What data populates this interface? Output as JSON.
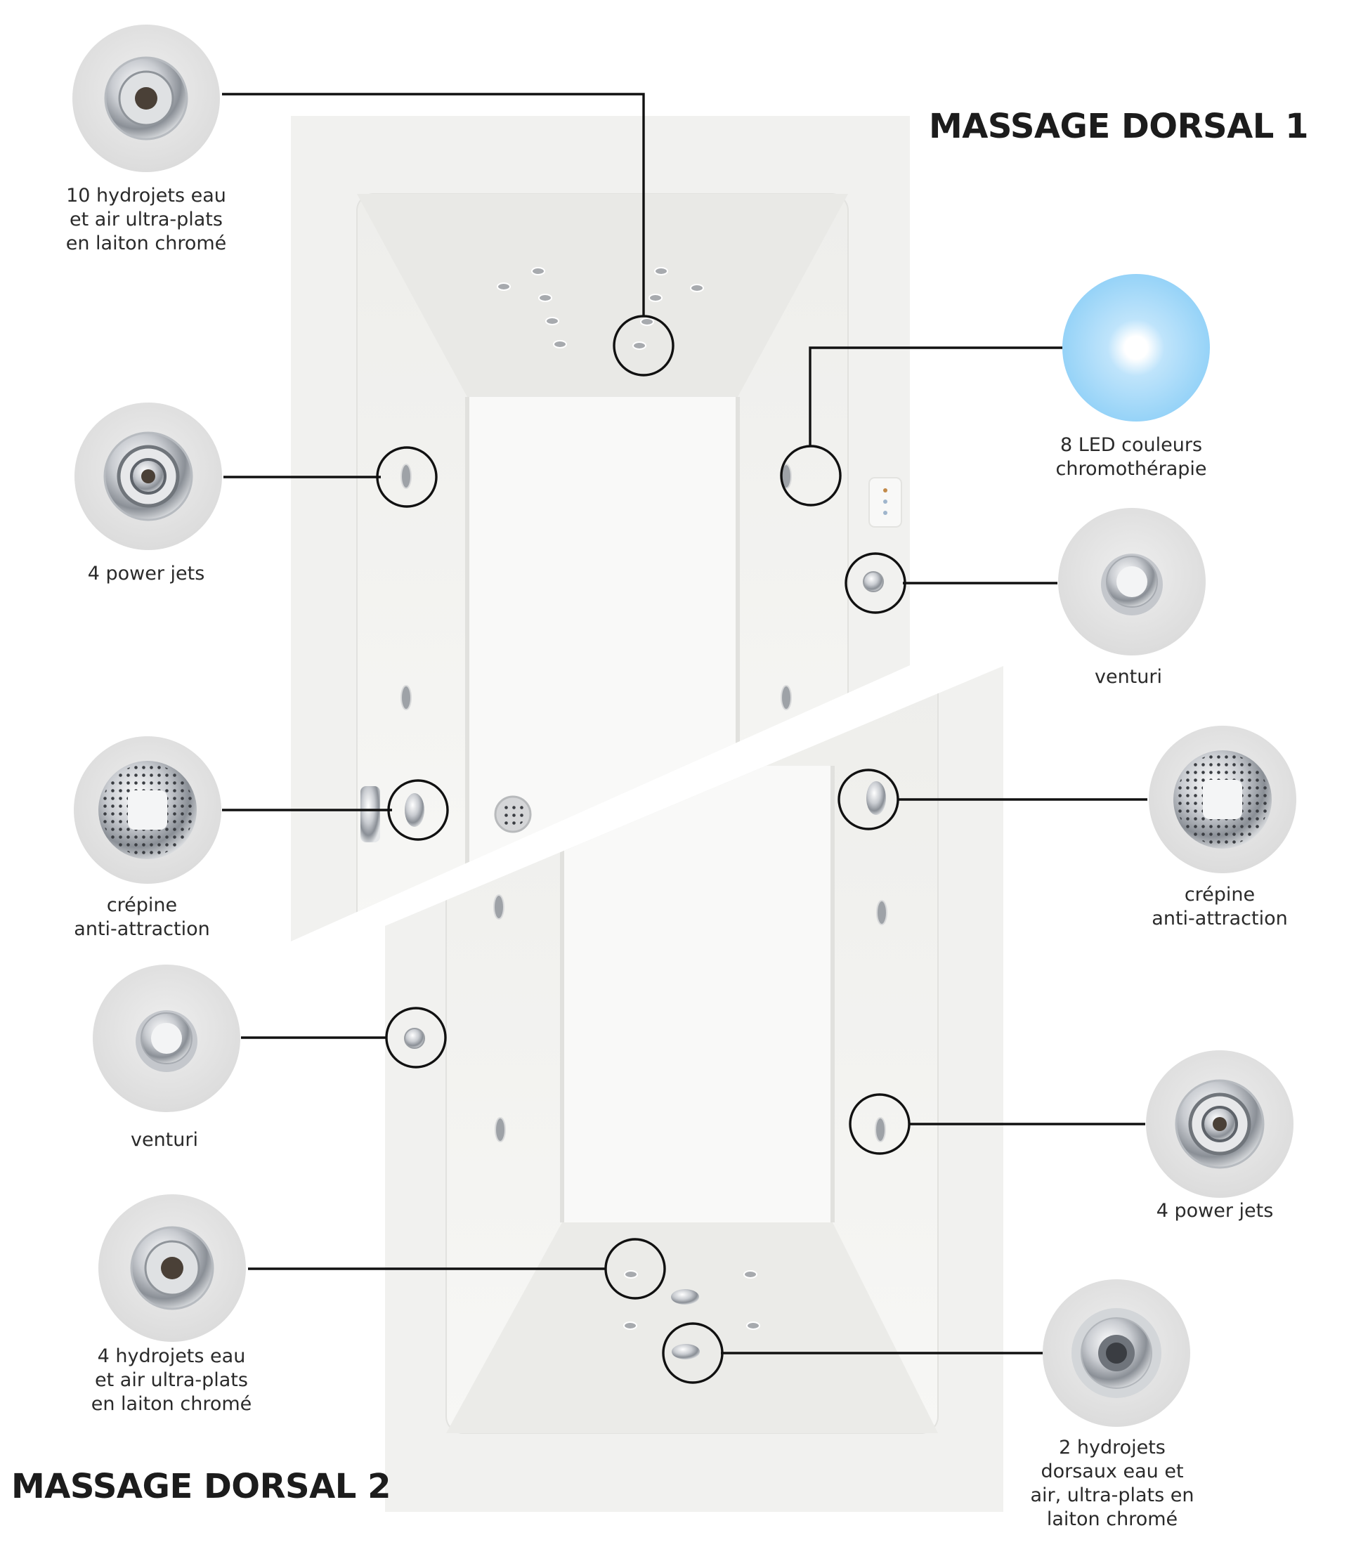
{
  "titles": {
    "top": "MASSAGE DORSAL 1",
    "bottom": "MASSAGE DORSAL 2"
  },
  "features": [
    {
      "id": "hydrojets-10",
      "label": "10 hydrojets eau\net air ultra-plats\nen laiton chromé",
      "icon": "flat-hydrojet-icon"
    },
    {
      "id": "power-jets-left",
      "label": "4 power jets",
      "icon": "power-jet-icon"
    },
    {
      "id": "crepine-left",
      "label": "crépine\nanti-attraction",
      "icon": "strainer-icon"
    },
    {
      "id": "venturi-left",
      "label": "venturi",
      "icon": "venturi-knob-icon"
    },
    {
      "id": "hydrojets-4",
      "label": "4 hydrojets eau\net air ultra-plats\nen laiton chromé",
      "icon": "flat-hydrojet-icon"
    },
    {
      "id": "led",
      "label": "8 LED couleurs\nchromothérapie",
      "icon": "led-light-icon"
    },
    {
      "id": "venturi-right",
      "label": "venturi",
      "icon": "venturi-knob-icon"
    },
    {
      "id": "crepine-right",
      "label": "crépine\nanti-attraction",
      "icon": "strainer-icon"
    },
    {
      "id": "power-jets-right",
      "label": "4 power jets",
      "icon": "power-jet-icon"
    },
    {
      "id": "hydrojets-dorsaux",
      "label": "2 hydrojets\ndorsaux eau et\nair, ultra-plats en\nlaiton chromé",
      "icon": "dorsal-hydrojet-icon"
    }
  ]
}
